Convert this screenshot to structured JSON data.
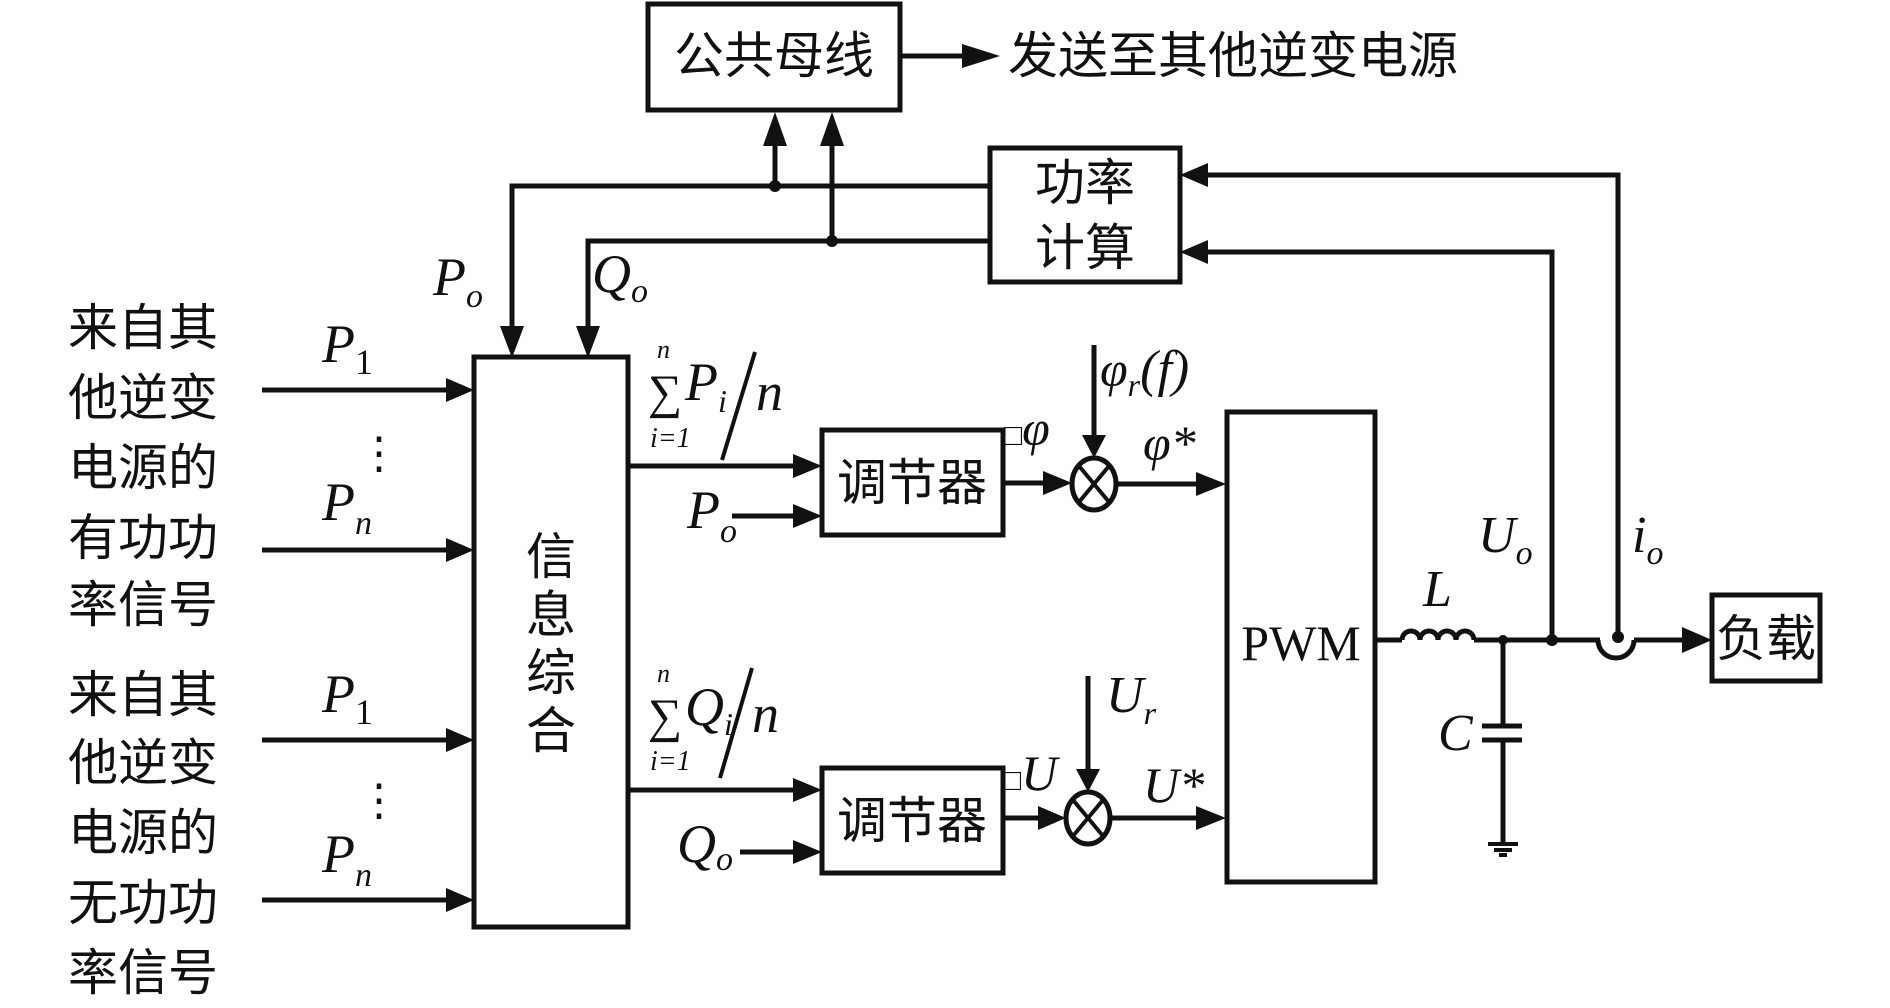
{
  "blocks": {
    "bus": "公共母线",
    "send_to": "发送至其他逆变电源",
    "power_calc": [
      "功率",
      "计算"
    ],
    "info": [
      "信",
      "息",
      "综",
      "合"
    ],
    "regulator_top": "调节器",
    "regulator_bottom": "调节器",
    "pwm": "PWM",
    "load": "负载"
  },
  "left_groups": {
    "active": [
      "来自其",
      "他逆变",
      "电源的",
      "有功功",
      "率信号"
    ],
    "reactive": [
      "来自其",
      "他逆变",
      "电源的",
      "无功功",
      "率信号"
    ]
  },
  "signals": {
    "P": "P",
    "Q": "Q",
    "sub_o": "o",
    "sub_1": "1",
    "sub_n": "n",
    "vdots": "⋮",
    "sum_sym": "∑",
    "sum_top": "n",
    "sum_bottom": "i=1",
    "sub_i": "i",
    "div_n": "n",
    "missing_glyph": "□",
    "phi": "φ",
    "phi_r": "φ",
    "sub_r": "r",
    "f_paren": "(f)",
    "phi_star": "φ*",
    "U": "U",
    "U_star": "U*",
    "L": "L",
    "C": "C",
    "i": "i"
  }
}
